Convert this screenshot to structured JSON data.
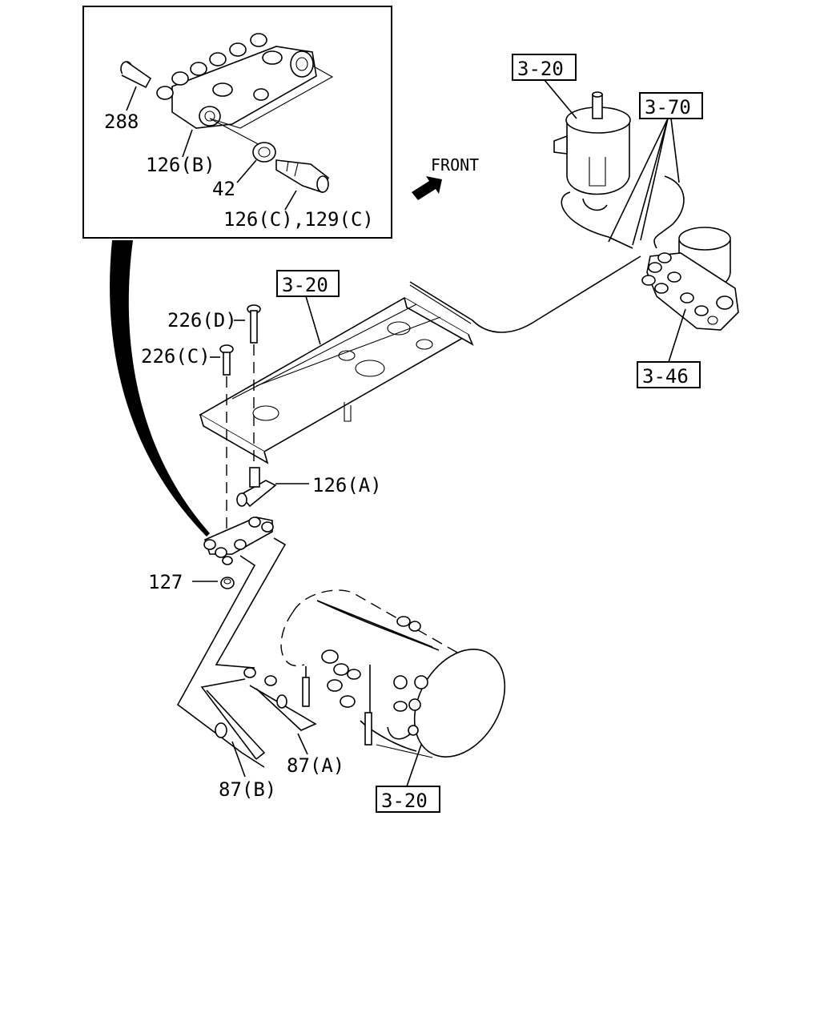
{
  "callouts": {
    "p288": "288",
    "p126b": "126(B)",
    "p42": "42",
    "p126c_129c": "126(C),129(C)",
    "front": "FRONT",
    "ref_tank_top": "3-20",
    "ref_dryer_lines": "3-70",
    "ref_frame": "3-20",
    "ref_valve": "3-46",
    "p226d": "226(D)",
    "p226c": "226(C)",
    "p126a": "126(A)",
    "p127": "127",
    "p87a": "87(A)",
    "p87b": "87(B)",
    "ref_tank_bottom": "3-20"
  }
}
